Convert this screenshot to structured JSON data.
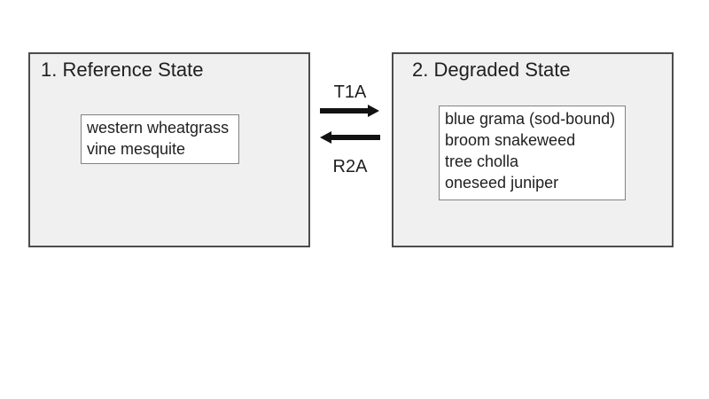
{
  "diagram": {
    "states": [
      {
        "title": "1. Reference State",
        "species": [
          "western wheatgrass",
          "vine mesquite"
        ]
      },
      {
        "title": "2. Degraded State",
        "species": [
          "blue grama (sod-bound)",
          "broom snakeweed",
          "tree cholla",
          "oneseed juniper"
        ]
      }
    ],
    "transitions": [
      {
        "label": "T1A",
        "direction": "right"
      },
      {
        "label": "R2A",
        "direction": "left"
      }
    ]
  },
  "colors": {
    "background": "#ffffff",
    "state_box_fill": "#f0f0f0",
    "state_box_border": "#4c4c4c",
    "species_box_fill": "#ffffff",
    "species_box_border": "#828282",
    "arrow": "#121212",
    "text": "#1f1f1f"
  }
}
